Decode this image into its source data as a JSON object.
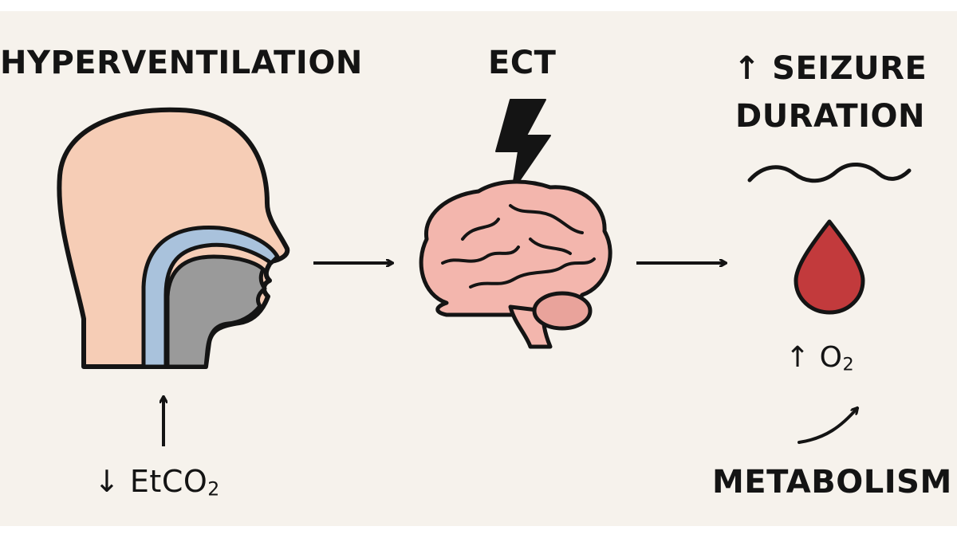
{
  "labels": {
    "hyperventilation": "HYPERVENTILATION",
    "ect": "ECT",
    "seizure_line1": "↑ SEIZURE",
    "seizure_line2": "DURATION",
    "etco2_prefix": "↓ EtCO",
    "etco2_sub": "2",
    "o2_prefix": "↑ O",
    "o2_sub": "2",
    "metabolism": "METABOLISM"
  },
  "icons": [
    "head-airway-icon",
    "lightning-bolt-icon",
    "brain-icon",
    "wave-icon",
    "blood-drop-icon"
  ],
  "colors": {
    "background": "#f6f2ec",
    "skin": "#f6cdb6",
    "airway_blue": "#a9c2dc",
    "airway_gray": "#9a9a9a",
    "brain_pink": "#f3b6ad",
    "cerebellum": "#e9a39b",
    "blood_red": "#c23a3c",
    "stroke": "#141414"
  }
}
